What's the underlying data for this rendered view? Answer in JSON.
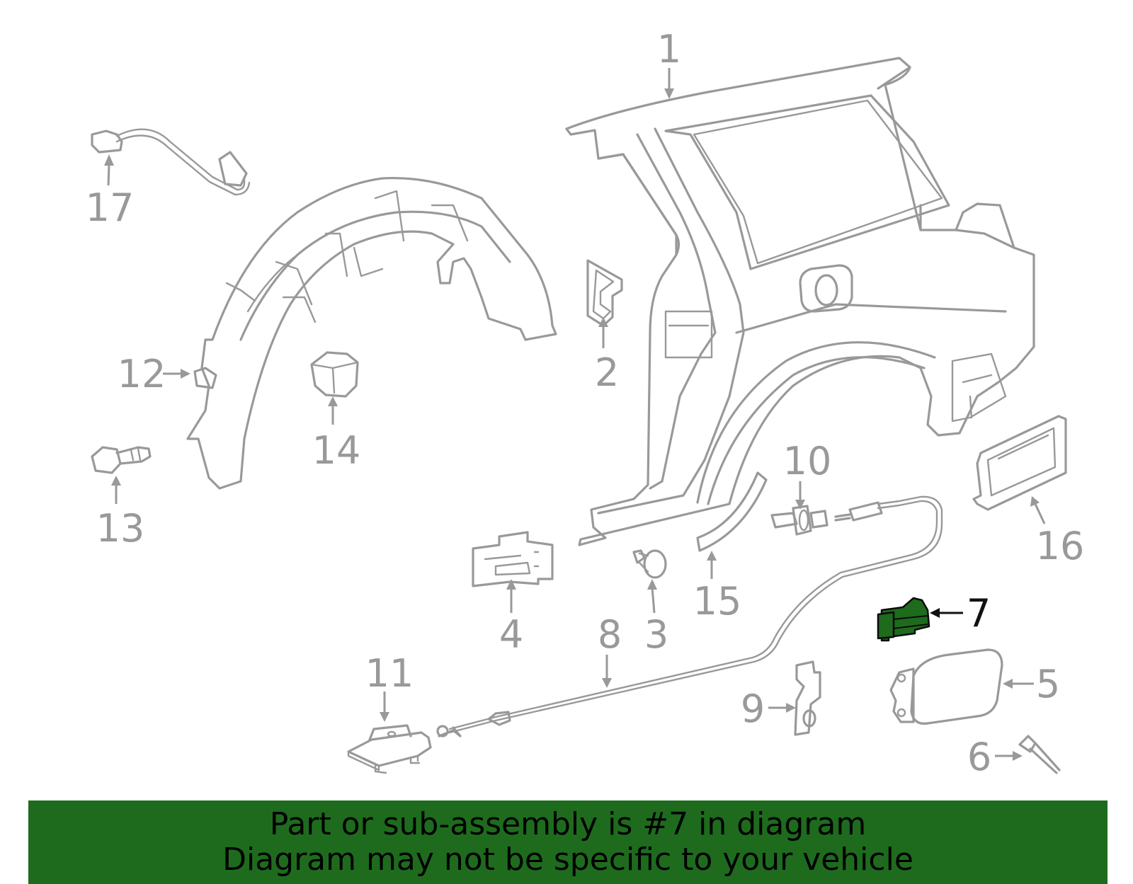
{
  "callouts": [
    {
      "id": "1",
      "label": "1"
    },
    {
      "id": "2",
      "label": "2"
    },
    {
      "id": "3",
      "label": "3"
    },
    {
      "id": "4",
      "label": "4"
    },
    {
      "id": "5",
      "label": "5"
    },
    {
      "id": "6",
      "label": "6"
    },
    {
      "id": "7",
      "label": "7"
    },
    {
      "id": "8",
      "label": "8"
    },
    {
      "id": "9",
      "label": "9"
    },
    {
      "id": "10",
      "label": "10"
    },
    {
      "id": "11",
      "label": "11"
    },
    {
      "id": "12",
      "label": "12"
    },
    {
      "id": "13",
      "label": "13"
    },
    {
      "id": "14",
      "label": "14"
    },
    {
      "id": "15",
      "label": "15"
    },
    {
      "id": "16",
      "label": "16"
    },
    {
      "id": "17",
      "label": "17"
    }
  ],
  "highlighted_part": "7",
  "colors": {
    "part_stroke": "#999999",
    "highlight_fill": "#1e6b1e",
    "banner_background": "#1e6b1e",
    "banner_text": "#000000"
  },
  "banner": {
    "line1": "Part or sub-assembly is #7 in diagram",
    "line2": "Diagram may not be specific to your vehicle"
  }
}
